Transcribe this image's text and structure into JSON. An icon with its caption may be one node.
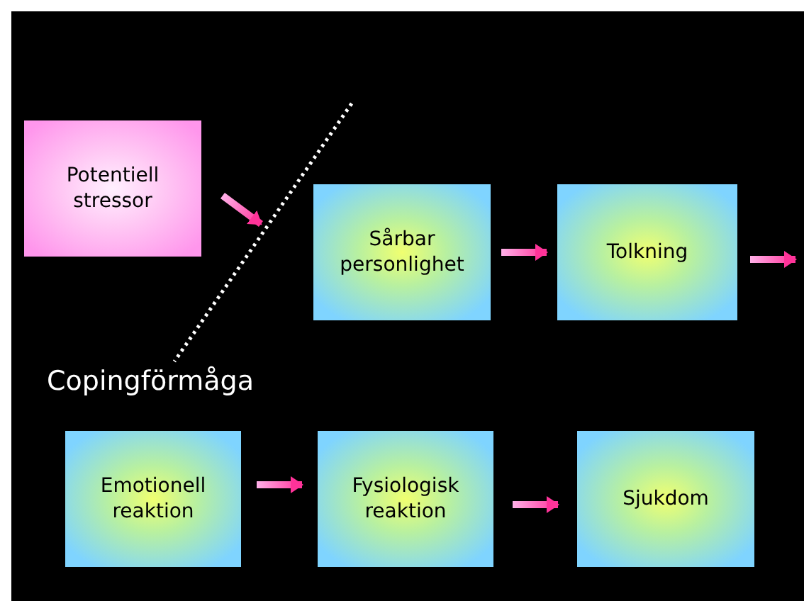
{
  "diagram": {
    "nodes": [
      {
        "text": [
          "Potentiell stressor"
        ]
      },
      {
        "text": [
          "Sårbar personlighet"
        ]
      },
      {
        "text": [
          "Tolkning"
        ]
      },
      {
        "text": [
          "Emotionell reaktion"
        ]
      },
      {
        "text": [
          "Fysiologisk reaktion"
        ]
      },
      {
        "text": [
          "Sjukdom"
        ]
      }
    ],
    "edges": [
      {
        "from": 0,
        "to": 1,
        "arrow": "to"
      },
      {
        "from": 1,
        "to": 2,
        "arrow": "to"
      },
      {
        "from": 2,
        "to": null,
        "arrow": "to"
      },
      {
        "from": 3,
        "to": 4,
        "arrow": "to"
      },
      {
        "from": 4,
        "to": 5,
        "arrow": "to"
      }
    ],
    "labels": [
      "Copingförmåga"
    ]
  }
}
